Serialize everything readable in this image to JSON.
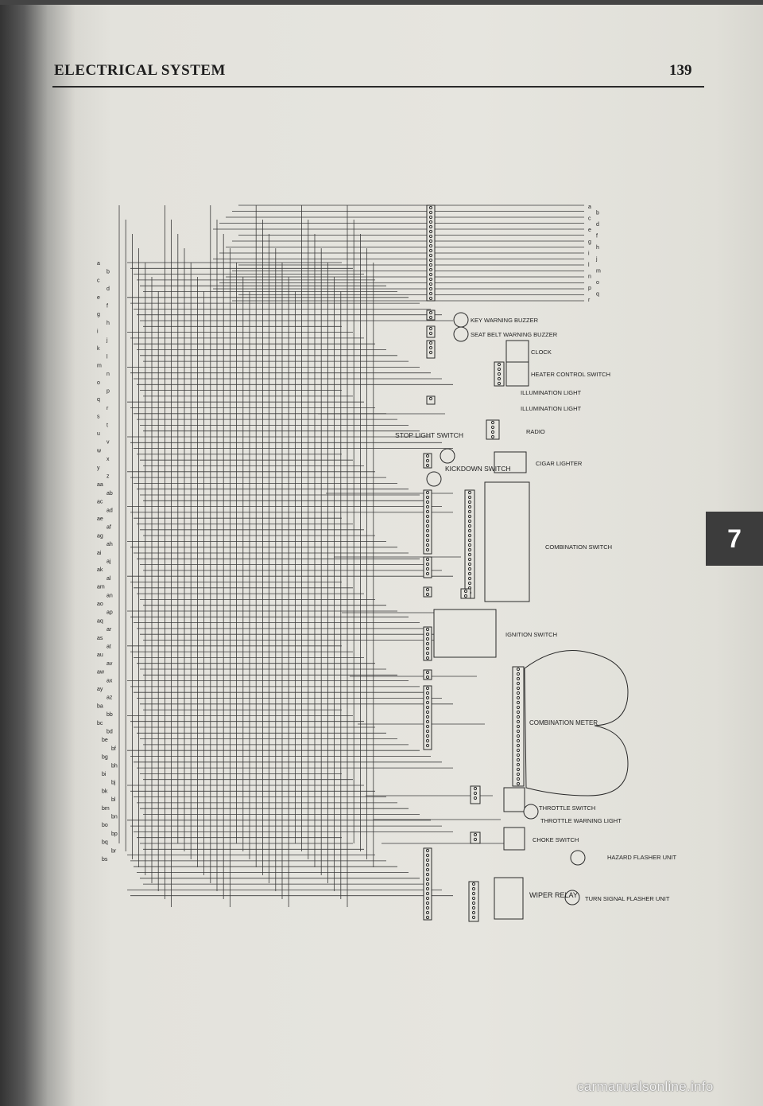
{
  "header": {
    "title": "ELECTRICAL SYSTEM",
    "page_number": "139"
  },
  "chapter_tab": "7",
  "watermark": "carmanualsonline.info",
  "diagram": {
    "components": [
      {
        "id": "key-warning-buzzer",
        "label": "KEY WARNING BUZZER"
      },
      {
        "id": "seat-belt-warning-buzzer",
        "label": "SEAT BELT WARNING BUZZER"
      },
      {
        "id": "clock",
        "label": "CLOCK"
      },
      {
        "id": "heater-control-switch",
        "label": "HEATER CONTROL SWITCH"
      },
      {
        "id": "illumination-light-1",
        "label": "ILLUMINATION LIGHT"
      },
      {
        "id": "illumination-light-2",
        "label": "ILLUMINATION LIGHT"
      },
      {
        "id": "radio",
        "label": "RADIO"
      },
      {
        "id": "stop-light-switch",
        "label": "STOP LIGHT SWITCH"
      },
      {
        "id": "cigar-lighter",
        "label": "CIGAR LIGHTER"
      },
      {
        "id": "kickdown-switch",
        "label": "KICKDOWN SWITCH"
      },
      {
        "id": "combination-switch",
        "label": "COMBINATION SWITCH"
      },
      {
        "id": "ignition-switch",
        "label": "IGNITION SWITCH"
      },
      {
        "id": "combination-meter",
        "label": "COMBINATION METER"
      },
      {
        "id": "throttle-switch",
        "label": "THROTTLE SWITCH"
      },
      {
        "id": "throttle-warning-light",
        "label": "THROTTLE WARNING LIGHT"
      },
      {
        "id": "choke-switch",
        "label": "CHOKE SWITCH"
      },
      {
        "id": "hazard-flasher-unit",
        "label": "HAZARD FLASHER UNIT"
      },
      {
        "id": "wiper-relay",
        "label": "WIPER RELAY"
      },
      {
        "id": "turn-signal-flasher-unit",
        "label": "TURN SIGNAL FLASHER UNIT"
      }
    ],
    "left_terminals": [
      "a",
      "b",
      "c",
      "d",
      "e",
      "f",
      "g",
      "h",
      "i",
      "j",
      "k",
      "l",
      "m",
      "n",
      "o",
      "p",
      "q",
      "r",
      "s",
      "t",
      "u",
      "v",
      "w",
      "x",
      "y",
      "z",
      "aa",
      "ab",
      "ac",
      "ad",
      "ae",
      "af",
      "ag",
      "ah",
      "ai",
      "aj",
      "ak",
      "al",
      "am",
      "an",
      "ao",
      "ap",
      "aq",
      "ar",
      "as",
      "at",
      "au",
      "av",
      "aw",
      "ax",
      "ay",
      "az",
      "ba",
      "bb",
      "bc",
      "bd",
      "be",
      "bf",
      "bg",
      "bh",
      "bi",
      "bj",
      "bk",
      "bl",
      "bm",
      "bn",
      "bo",
      "bp",
      "bq",
      "br",
      "bs"
    ],
    "top_right_terminals": [
      "a",
      "b",
      "c",
      "d",
      "e",
      "f",
      "g",
      "h",
      "i",
      "j",
      "l",
      "m",
      "n",
      "o",
      "p",
      "q",
      "r"
    ]
  }
}
